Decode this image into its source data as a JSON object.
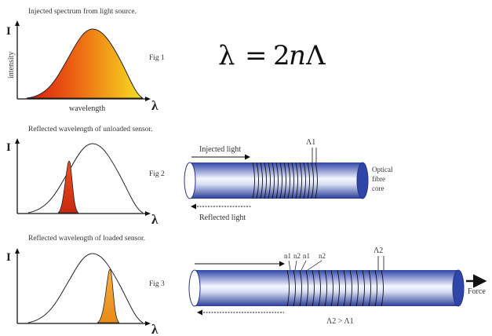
{
  "equation": {
    "lambda": "λ",
    "equals": "=",
    "two": "2",
    "n": "n",
    "Lambda": "Λ"
  },
  "panel1": {
    "caption": "Injected spectrum from light source.",
    "fig_label": "Fig 1",
    "y_axis_symbol": "I",
    "y_axis_label": "intensity",
    "x_axis_label": "wavelength",
    "x_axis_symbol": "λ"
  },
  "panel2": {
    "caption": "Reflected wavelength of unloaded  sensor.",
    "fig_label": "Fig 2",
    "y_axis_symbol": "I",
    "x_axis_symbol": "λ",
    "injected_label": "Injected light",
    "reflected_label": "Reflected light",
    "grating_label": "Λ1",
    "core_label_lines": [
      "Optical",
      "fibre",
      "core"
    ]
  },
  "panel3": {
    "caption": "Reflected wavelength of loaded sensor.",
    "fig_label": "Fig 3",
    "y_axis_symbol": "I",
    "x_axis_symbol": "λ",
    "index_labels": [
      "n1",
      "n2",
      "n1",
      "n2"
    ],
    "grating_label": "Λ2",
    "comparison": "Λ2 > Λ1",
    "force_label": "Force"
  },
  "colors": {
    "spectrum_red": "#e02a10",
    "spectrum_yellow": "#f5d21a",
    "reflected_unloaded": "#e8401a",
    "reflected_loaded": "#f0a02a",
    "fibre_dark": "#3a4fb0",
    "fibre_light": "#ffffff"
  }
}
